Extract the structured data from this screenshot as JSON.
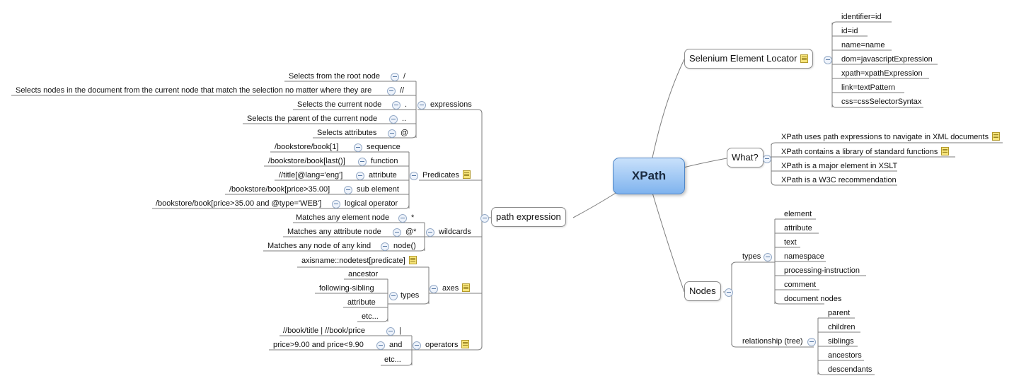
{
  "central": "XPath",
  "right": {
    "selenium": {
      "label": "Selenium Element Locator",
      "items": [
        "identifier=id",
        "id=id",
        "name=name",
        "dom=javascriptExpression",
        "xpath=xpathExpression",
        "link=textPattern",
        "css=cssSelectorSyntax"
      ]
    },
    "what": {
      "label": "What?",
      "items": [
        "XPath uses path expressions to navigate in XML documents",
        "XPath contains a library of standard functions",
        "XPath is a major element in XSLT",
        "XPath is a W3C recommendation"
      ]
    },
    "nodes": {
      "label": "Nodes",
      "types_label": "types",
      "types": [
        "element",
        "attribute",
        "text",
        "namespace",
        "processing-instruction",
        "comment",
        "document nodes"
      ],
      "rel_label": "relationship (tree)",
      "rel": [
        "parent",
        "children",
        "siblings",
        "ancestors",
        "descendants"
      ]
    }
  },
  "left": {
    "path_expression": "path expression",
    "expressions": {
      "label": "expressions",
      "items": [
        {
          "sym": "/",
          "desc": "Selects from the root node"
        },
        {
          "sym": "//",
          "desc": "Selects nodes in the document from the current node that match the selection no matter where they are"
        },
        {
          "sym": ".",
          "desc": "Selects the current node"
        },
        {
          "sym": "..",
          "desc": "Selects the parent of the current node"
        },
        {
          "sym": "@",
          "desc": "Selects attributes"
        }
      ]
    },
    "predicates": {
      "label": "Predicates",
      "items": [
        {
          "kind": "sequence",
          "expr": "/bookstore/book[1]"
        },
        {
          "kind": "function",
          "expr": "/bookstore/book[last()]"
        },
        {
          "kind": "attribute",
          "expr": "//title[@lang='eng']"
        },
        {
          "kind": "sub element",
          "expr": "/bookstore/book[price>35.00]"
        },
        {
          "kind": "logical operator",
          "expr": "/bookstore/book[price>35.00 and @type='WEB']"
        }
      ]
    },
    "wildcards": {
      "label": "wildcards",
      "items": [
        {
          "sym": "*",
          "desc": "Matches any element node"
        },
        {
          "sym": "@*",
          "desc": "Matches any attribute node"
        },
        {
          "sym": "node()",
          "desc": "Matches any node of any kind"
        }
      ]
    },
    "axes": {
      "label": "axes",
      "syntax": "axisname::nodetest[predicate]",
      "types_label": "types",
      "types": [
        "ancestor",
        "following-sibling",
        "attribute",
        "etc..."
      ]
    },
    "operators": {
      "label": "operators",
      "items": [
        {
          "sym": "|",
          "desc": "//book/title | //book/price"
        },
        {
          "sym": "and",
          "desc": "price>9.00 and price<9.90"
        }
      ],
      "etc": "etc..."
    }
  }
}
